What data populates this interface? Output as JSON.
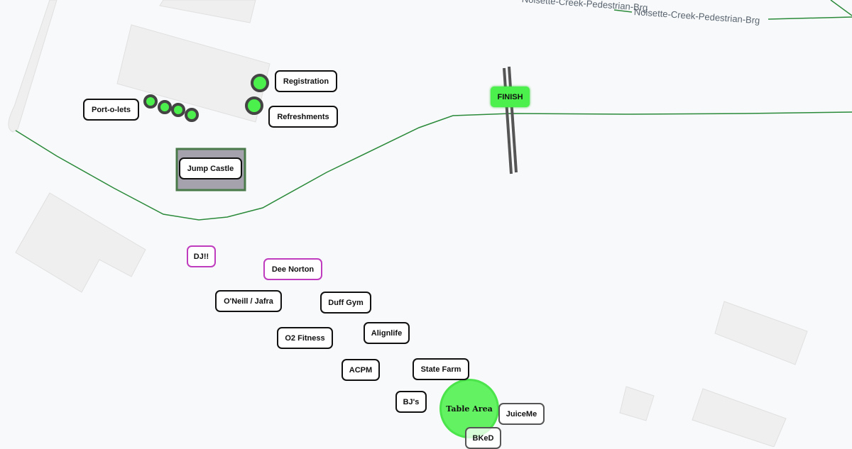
{
  "map": {
    "roads": [
      "Noisette-Creek-Pedestrian-Brg",
      "Noisette-Creek-Pedestrian-Brg"
    ],
    "finish": "FINISH",
    "table_area": "Table Area",
    "labels": {
      "registration": "Registration",
      "refreshments": "Refreshments",
      "portolets": "Port-o-lets",
      "jump_castle": "Jump Castle",
      "dj": "DJ!!",
      "dee_norton": "Dee Norton",
      "oneill": "O'Neill / Jafra",
      "duff_gym": "Duff Gym",
      "o2": "O2 Fitness",
      "alignlife": "Alignlife",
      "acpm": "ACPM",
      "state_farm": "State Farm",
      "bjs": "BJ's",
      "juiceme": "JuiceMe",
      "bked": "BKeD"
    },
    "colors": {
      "route": "#2a8a3a",
      "marker": "#4cf04c",
      "vendor_special": "#c03cbf"
    }
  }
}
